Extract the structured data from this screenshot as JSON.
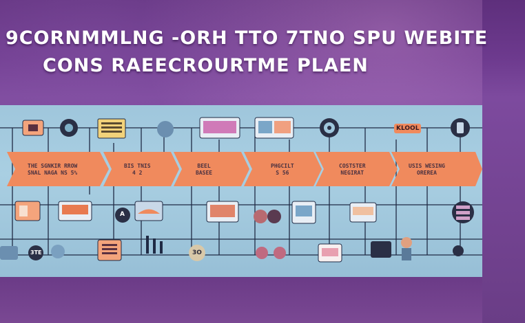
{
  "title": {
    "line1": "9CORNMMLNG -ORH TTO 7TNO SPU WEBITE",
    "line2": "CONS RAEECROURTME PLAEN"
  },
  "stages": [
    {
      "line1": "THE SGNKIR RROW",
      "line2": "SNAL NAGA NS 5%"
    },
    {
      "line1": "BIS TNIS",
      "line2": "4 2"
    },
    {
      "line1": "BEEL",
      "line2": "BASEE"
    },
    {
      "line1": "PHGCILT",
      "line2": "S 56"
    },
    {
      "line1": "COSTSTER",
      "line2": "NEGIRAT"
    },
    {
      "line1": "USIS WESING",
      "line2": "OREREA"
    }
  ],
  "sticker_text": "KLOOL",
  "badge_a": "A",
  "badge_3te": "3TE",
  "badge_3o": "3O",
  "colors": {
    "arrow": "#f08a5d",
    "board": "#a9cfe2",
    "line": "#1f2a44",
    "purple": "#6d3a8e"
  }
}
